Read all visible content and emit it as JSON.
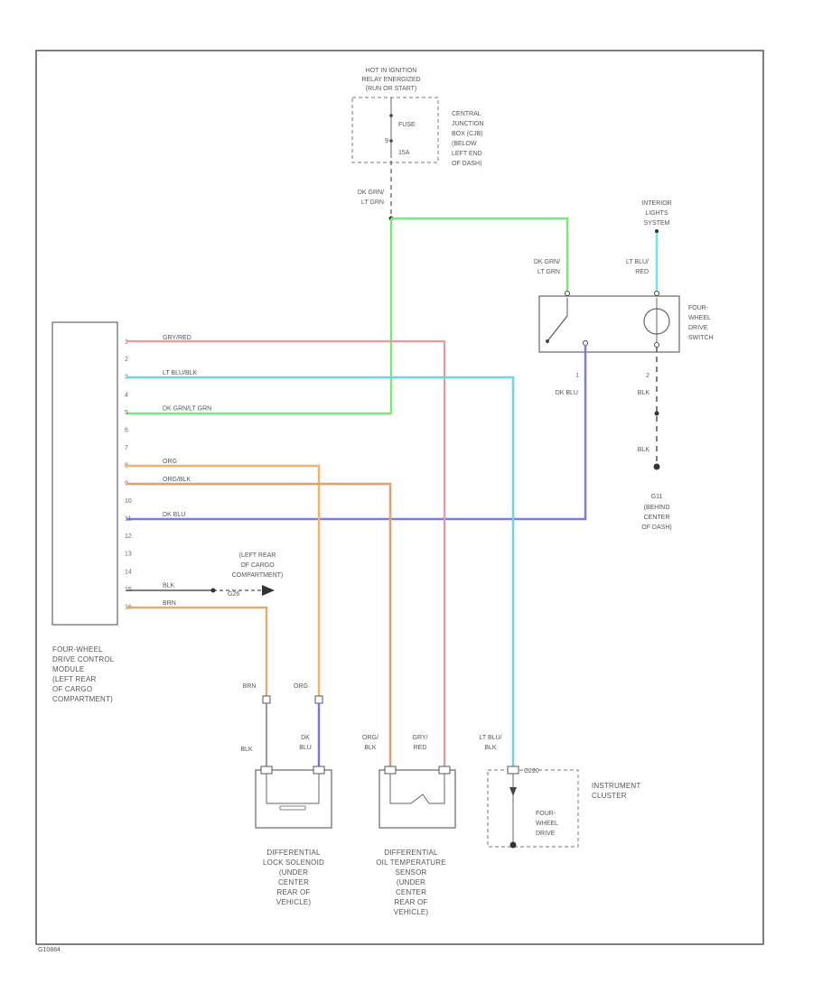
{
  "power_source": {
    "line1": "HOT IN IGNITION",
    "line2": "RELAY ENERGIZED",
    "line3": "(RUN OR START)"
  },
  "fuse": {
    "label": "FUSE",
    "number": "9",
    "amps": "15A"
  },
  "junction_box": [
    "CENTRAL",
    "JUNCTION",
    "BOX (CJB)",
    "(BELOW",
    "LEFT END",
    "OF DASH)"
  ],
  "wires_top": {
    "w1": "DK GRN/",
    "w2": "LT GRN"
  },
  "interior_lights": [
    "INTERIOR",
    "LIGHTS",
    "SYSTEM"
  ],
  "switch": {
    "left_wire": [
      "DK GRN/",
      "LT GRN"
    ],
    "right_wire": [
      "LT BLU/",
      "RED"
    ],
    "name": [
      "FOUR-",
      "WHEEL",
      "DRIVE",
      "SWITCH"
    ],
    "pin_left": "1",
    "pin_right": "2",
    "out_left": "DK BLU",
    "out_right_1": "BLK",
    "out_right_2": "BLK"
  },
  "ground": {
    "id": "G11",
    "location": [
      "(BEHIND",
      "CENTER",
      "OF DASH)"
    ],
    "cargo_location": [
      "(LEFT REAR",
      "OF CARGO",
      "COMPARTMENT)"
    ],
    "cargo_id": "G26"
  },
  "module": {
    "name": [
      "FOUR-WHEEL",
      "DRIVE CONTROL",
      "MODULE",
      "(LEFT REAR",
      "OF CARGO",
      "COMPARTMENT)"
    ],
    "pins": [
      {
        "pin": "1",
        "wire": "GRY/RED"
      },
      {
        "pin": "2",
        "wire": ""
      },
      {
        "pin": "3",
        "wire": "LT BLU/BLK"
      },
      {
        "pin": "4",
        "wire": ""
      },
      {
        "pin": "5",
        "wire": "DK GRN/LT GRN"
      },
      {
        "pin": "6",
        "wire": ""
      },
      {
        "pin": "7",
        "wire": ""
      },
      {
        "pin": "8",
        "wire": "ORG"
      },
      {
        "pin": "9",
        "wire": "ORG/BLK"
      },
      {
        "pin": "10",
        "wire": ""
      },
      {
        "pin": "11",
        "wire": "DK BLU"
      },
      {
        "pin": "12",
        "wire": ""
      },
      {
        "pin": "13",
        "wire": ""
      },
      {
        "pin": "14",
        "wire": ""
      },
      {
        "pin": "15",
        "wire": "BLK"
      },
      {
        "pin": "16",
        "wire": "BRN"
      }
    ]
  },
  "lower_wires": {
    "brn": "BRN",
    "blk": "BLK",
    "org": "ORG",
    "dk": "DK",
    "blu": "BLU",
    "org_a": "ORG/",
    "blk_a": "BLK",
    "gry": "GRY/",
    "red": "RED",
    "ltblu": "LT BLU/",
    "blk_b": "BLK"
  },
  "instrument_cluster": {
    "name": [
      "INSTRUMENT",
      "CLUSTER"
    ],
    "connector": "C220",
    "indicator": [
      "FOUR-",
      "WHEEL",
      "DRIVE"
    ]
  },
  "lock_solenoid": {
    "name": [
      "DIFFERENTIAL",
      "LOCK SOLENOID",
      "(UNDER",
      "CENTER",
      "REAR OF",
      "VEHICLE)"
    ]
  },
  "temp_sensor": {
    "name": [
      "DIFFERENTIAL",
      "OIL TEMPERATURE",
      "SENSOR",
      "(UNDER",
      "CENTER",
      "REAR OF",
      "VEHICLE)"
    ]
  },
  "figure_id": "G10884",
  "colors": {
    "dk_grn_lt_grn": "#7be87b",
    "lt_blu_red": "#6fe6ef",
    "gry_red": "#e89a9a",
    "lt_blu_blk": "#6fd6e0",
    "org": "#f2b266",
    "org_blk": "#e0a070",
    "dk_blu": "#7a7ae0",
    "brn": "#d9b070",
    "blk": "#444444"
  }
}
